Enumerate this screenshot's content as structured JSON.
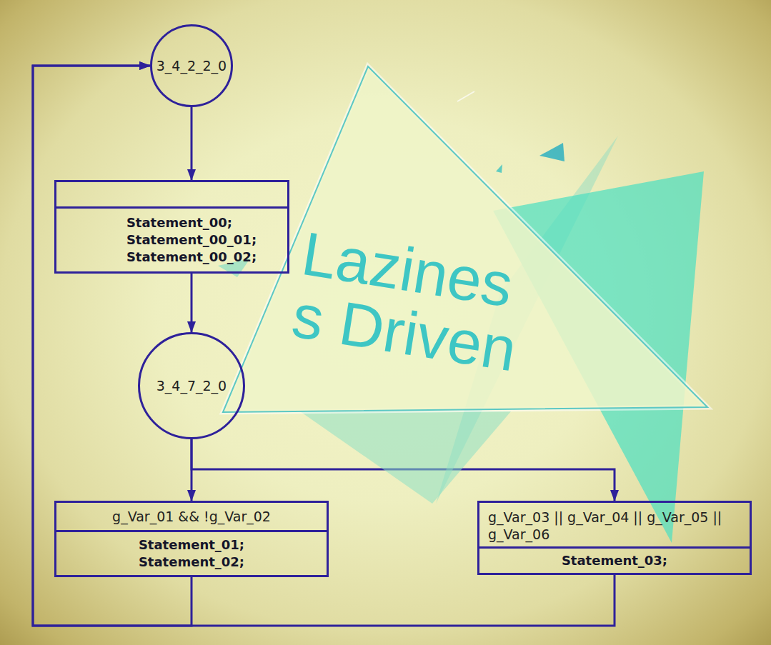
{
  "diagram": {
    "nodes": [
      {
        "text": [
          "3_4_2_2_0"
        ]
      },
      {
        "text": [
          "Statement_00; Statement_00_01; Statement_00_02;"
        ]
      },
      {
        "text": [
          "3_4_7_2_0"
        ]
      },
      {
        "text": [
          "g_Var_01 && !g_Var_02",
          "Statement_01; Statement_02;"
        ]
      },
      {
        "text": [
          "g_Var_03 || g_Var_04 || g_Var_05 || g_Var_06",
          "Statement_03;"
        ]
      },
      {
        "text": [
          "Lazines s Driven"
        ]
      }
    ],
    "edges": [
      {
        "from": 0,
        "to": 1,
        "arrow": "to"
      },
      {
        "from": 1,
        "to": 2,
        "arrow": "to"
      },
      {
        "from": 2,
        "to": 3,
        "arrow": "to"
      },
      {
        "from": 2,
        "to": 4,
        "arrow": "to"
      },
      {
        "from": 3,
        "to": 0,
        "arrow": "to"
      },
      {
        "from": 4,
        "to": 0,
        "arrow": "to"
      }
    ]
  }
}
